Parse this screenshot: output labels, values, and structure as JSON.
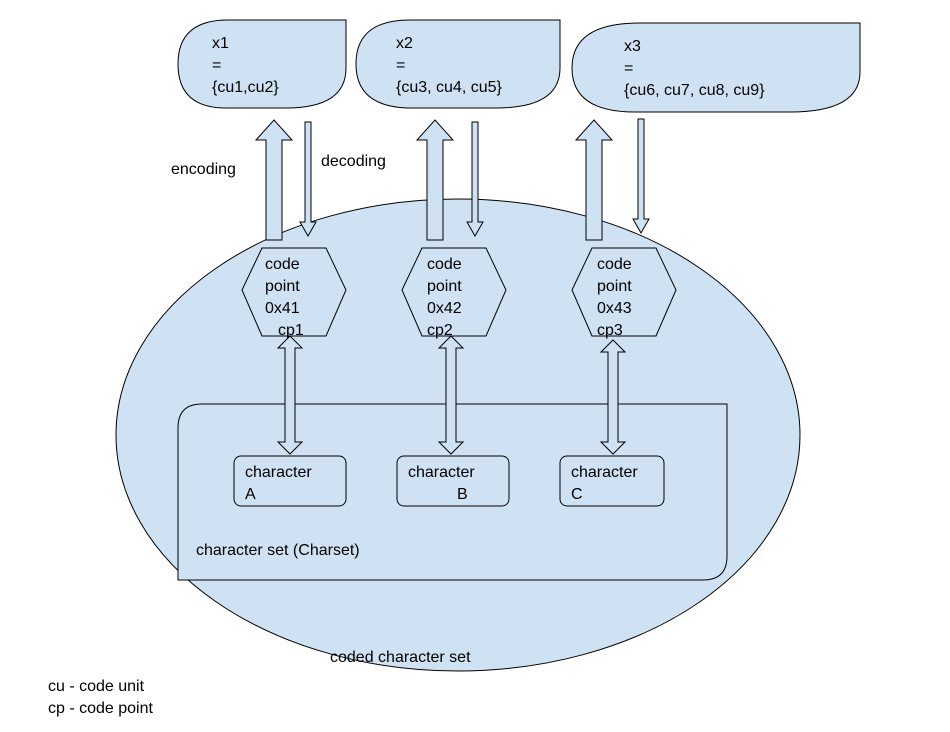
{
  "diagram": {
    "coded_character_set_label": "coded character set",
    "charset_label": "character set (Charset)",
    "encoding_label": "encoding",
    "decoding_label": "decoding",
    "encoded": [
      {
        "lines": [
          "x1",
          "=",
          "{cu1,cu2}"
        ]
      },
      {
        "lines": [
          "x2",
          "=",
          "{cu3, cu4, cu5}"
        ]
      },
      {
        "lines": [
          "x3",
          "=",
          "{cu6, cu7, cu8, cu9}"
        ]
      }
    ],
    "code_points": [
      {
        "lines": [
          "code",
          "point",
          "0x41",
          "cp1"
        ]
      },
      {
        "lines": [
          "code",
          "point",
          "0x42",
          "cp2"
        ]
      },
      {
        "lines": [
          "code",
          "point",
          "0x43",
          "cp3"
        ]
      }
    ],
    "characters": [
      {
        "lines": [
          "character",
          "A"
        ]
      },
      {
        "lines": [
          "character",
          "B"
        ]
      },
      {
        "lines": [
          "character",
          "C"
        ]
      }
    ],
    "legend": [
      "cu - code unit",
      "cp - code point"
    ]
  }
}
